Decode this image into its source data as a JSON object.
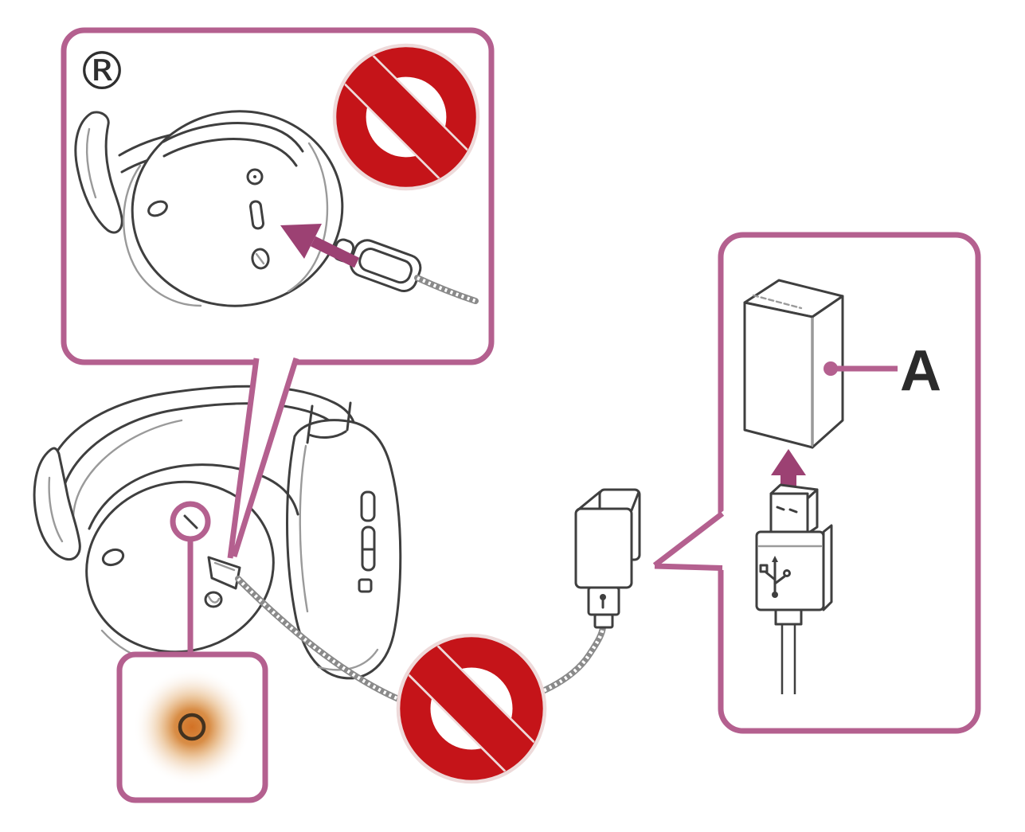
{
  "figure": {
    "title": "Headphone charging instruction diagram",
    "description": "Do not use the headset while charging; connect the USB cable to the USB AC adaptor. Indicator lights up orange during charging.",
    "labels": {
      "registered_mark": "®",
      "adapter_label": "A"
    },
    "callouts": {
      "port_closeup": "Close-up of right ear cup: USB Type-C plug inserted into charging port — prohibited while using",
      "adapter_panel": "USB AC adaptor (A) with USB plug",
      "indicator_panel": "Indicator glowing orange"
    },
    "icons": [
      "prohibition-icon",
      "registered-trademark-icon",
      "insert-arrow-icon",
      "up-arrow-icon",
      "usb-trident-icon",
      "indicator-glow"
    ],
    "colors": {
      "callout_pink": "#b4608f",
      "arrow_magenta": "#9c4173",
      "prohibition_red": "#c51419",
      "prohibition_halo": "#eedada",
      "line_ink": "#3f3f3f",
      "indicator_orange": "#d06a1a",
      "label_ink": "#2b2b2b"
    }
  }
}
